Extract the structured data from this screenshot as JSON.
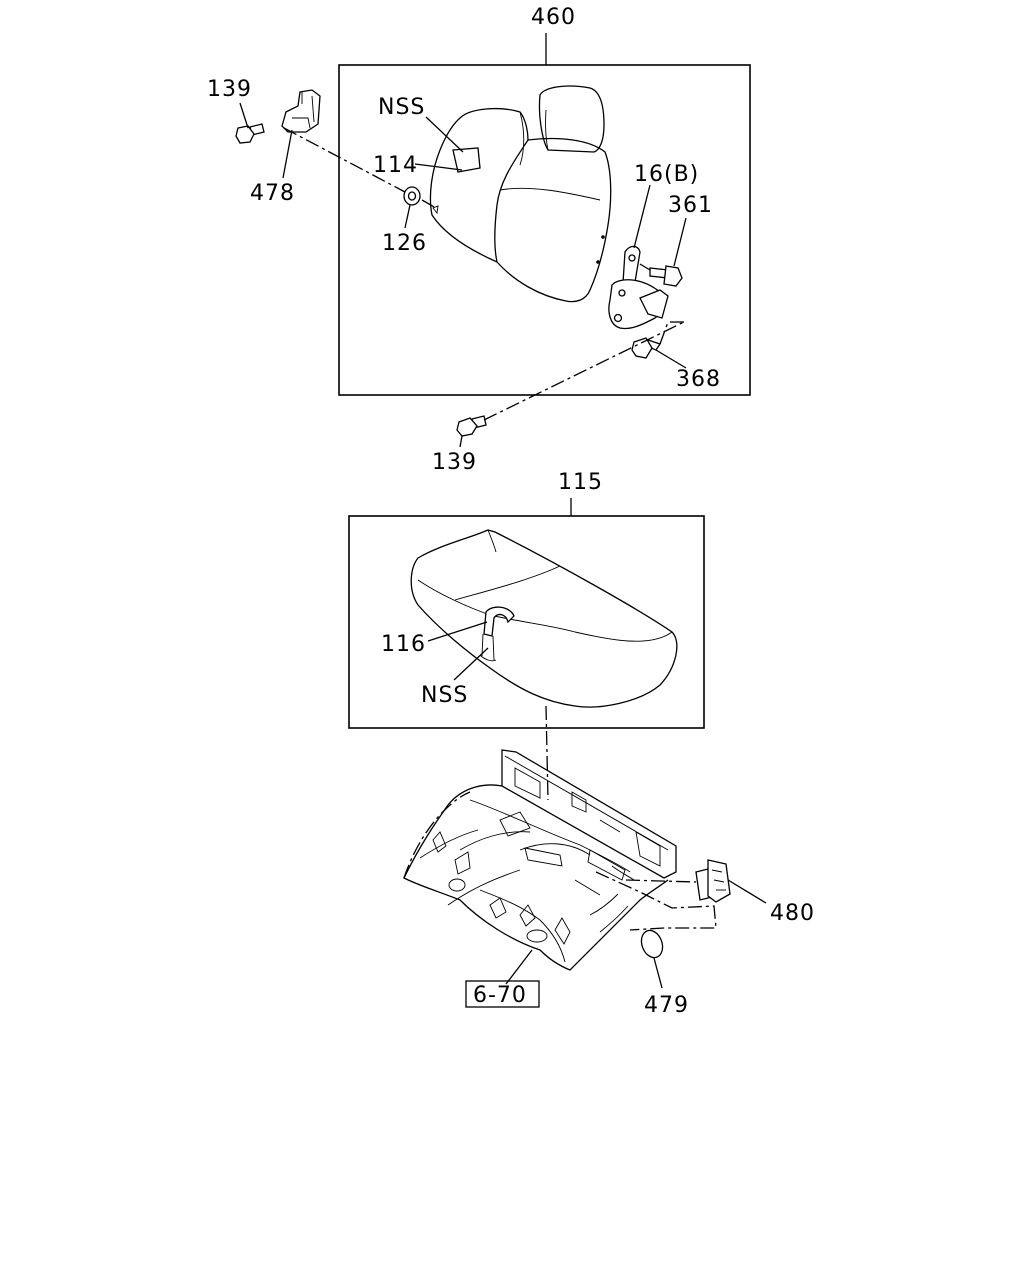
{
  "diagram": {
    "labels": {
      "p460": "460",
      "p139_top": "139",
      "p478": "478",
      "nss_top": "NSS",
      "p114": "114",
      "p126": "126",
      "p16b": "16(B)",
      "p361": "361",
      "p368": "368",
      "p139_bottom": "139",
      "p115": "115",
      "p116": "116",
      "nss_bottom": "NSS",
      "p480": "480",
      "p6_70": "6-70",
      "p479": "479"
    },
    "line_color": "#000000",
    "background": "#ffffff"
  }
}
